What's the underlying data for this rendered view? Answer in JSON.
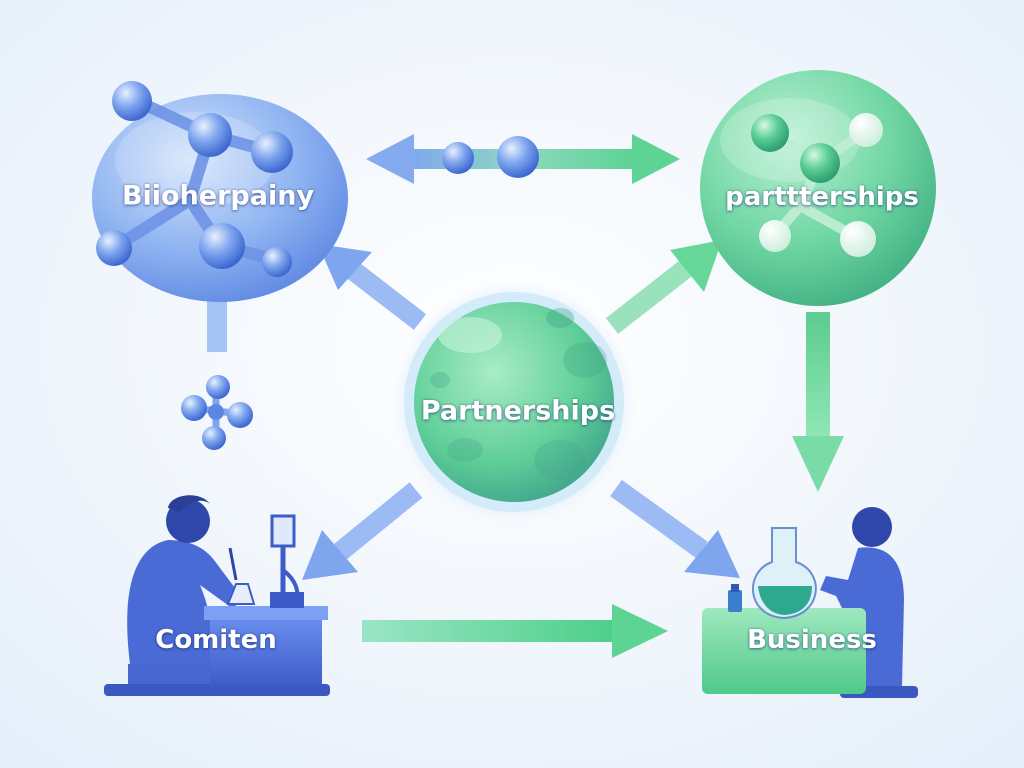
{
  "diagram": {
    "nodes": {
      "top_left": {
        "label": "Biioherpainy"
      },
      "top_right": {
        "label": "parttterships"
      },
      "center": {
        "label": "Partnerships"
      },
      "bottom_left": {
        "label": "Comiten"
      },
      "bottom_right": {
        "label": "Business"
      }
    },
    "edges": [
      {
        "from": "top_right",
        "to": "top_left",
        "style": "bidirectional"
      },
      {
        "from": "center",
        "to": "top_left"
      },
      {
        "from": "center",
        "to": "top_right"
      },
      {
        "from": "center",
        "to": "bottom_left"
      },
      {
        "from": "center",
        "to": "bottom_right"
      },
      {
        "from": "top_right",
        "to": "bottom_right"
      },
      {
        "from": "bottom_left",
        "to": "bottom_right"
      }
    ]
  },
  "colors": {
    "background": "#eef5fc",
    "blue": "#4a78e0",
    "blue_light": "#a8c6f6",
    "green": "#42c98a",
    "green_light": "#a6e8c6",
    "figure": "#3e5cc8"
  }
}
